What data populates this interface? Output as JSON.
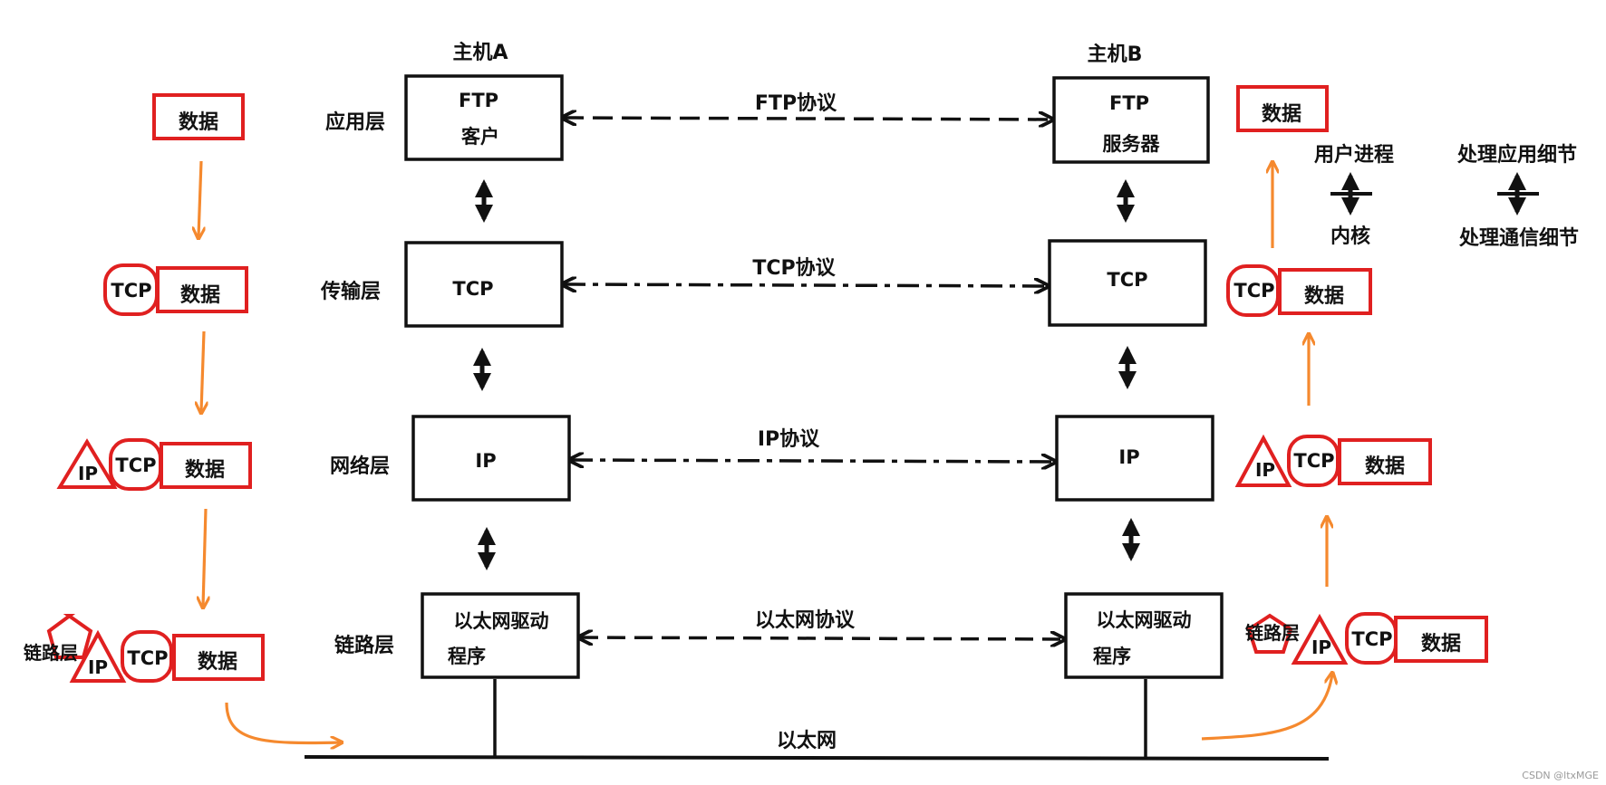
{
  "hosts": {
    "a": "主机A",
    "b": "主机B"
  },
  "layers": {
    "app": "应用层",
    "transport": "传输层",
    "network": "网络层",
    "link": "链路层"
  },
  "boxes": {
    "a_app_l1": "FTP",
    "a_app_l2": "客户",
    "a_tcp": "TCP",
    "a_ip": "IP",
    "a_link_l1": "以太网驱动",
    "a_link_l2": "程序",
    "b_app_l1": "FTP",
    "b_app_l2": "服务器",
    "b_tcp": "TCP",
    "b_ip": "IP",
    "b_link_l1": "以太网驱动",
    "b_link_l2": "程序"
  },
  "protocols": {
    "ftp": "FTP协议",
    "tcp": "TCP协议",
    "ip": "IP协议",
    "ether": "以太网协议"
  },
  "ethernet": "以太网",
  "packet": {
    "data": "数据",
    "tcp": "TCP",
    "ip": "IP",
    "link": "链路层"
  },
  "legend": {
    "user_process": "用户进程",
    "kernel": "内核",
    "app_detail": "处理应用细节",
    "comm_detail": "处理通信细节"
  },
  "watermark": "CSDN @ltxMGE",
  "colors": {
    "packet": "#e02020",
    "flow": "#f5892e",
    "line": "#111111"
  }
}
